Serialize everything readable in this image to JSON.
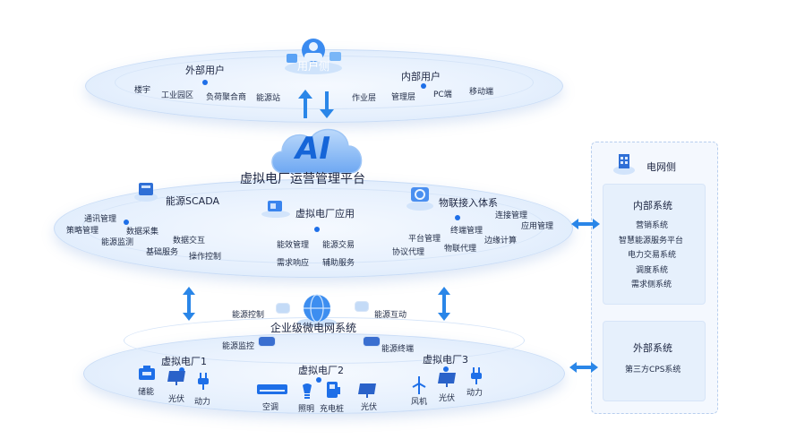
{
  "user_layer": {
    "title": "用户侧",
    "external": {
      "label": "外部用户",
      "items": [
        "楼宇",
        "工业园区",
        "负荷聚合商",
        "能源站"
      ]
    },
    "internal": {
      "label": "内部用户",
      "items": [
        "作业层",
        "管理层",
        "PC端",
        "移动端"
      ]
    }
  },
  "platform": {
    "title": "虚拟电厂运营管理平台",
    "badge": "AI",
    "scada": {
      "label": "能源SCADA",
      "items": [
        "通讯管理",
        "策略管理",
        "数据采集",
        "能源监测",
        "数据交互",
        "基础服务",
        "操作控制"
      ]
    },
    "vpp_app": {
      "label": "虚拟电厂应用",
      "items": [
        "能效管理",
        "能源交易",
        "需求响应",
        "辅助服务"
      ]
    },
    "iot": {
      "label": "物联接入体系",
      "items": [
        "连接管理",
        "应用管理",
        "终端管理",
        "平台管理",
        "边缘计算",
        "协议代理",
        "物联代理"
      ]
    }
  },
  "microgrid": {
    "title": "企业级微电网系统",
    "labels": [
      "能源控制",
      "能源互动",
      "能源监控",
      "能源终端"
    ],
    "plants": [
      {
        "label": "虚拟电厂1",
        "items": [
          "储能",
          "光伏",
          "动力"
        ]
      },
      {
        "label": "虚拟电厂2",
        "items": [
          "空调",
          "照明",
          "充电桩",
          "光伏"
        ]
      },
      {
        "label": "虚拟电厂3",
        "items": [
          "风机",
          "光伏",
          "动力"
        ]
      }
    ]
  },
  "grid": {
    "title": "电网侧",
    "internal": {
      "label": "内部系统",
      "items": [
        "营销系统",
        "智慧能源服务平台",
        "电力交易系统",
        "调度系统",
        "需求侧系统"
      ]
    },
    "external": {
      "label": "外部系统",
      "items": [
        "第三方CPS系统"
      ]
    }
  }
}
